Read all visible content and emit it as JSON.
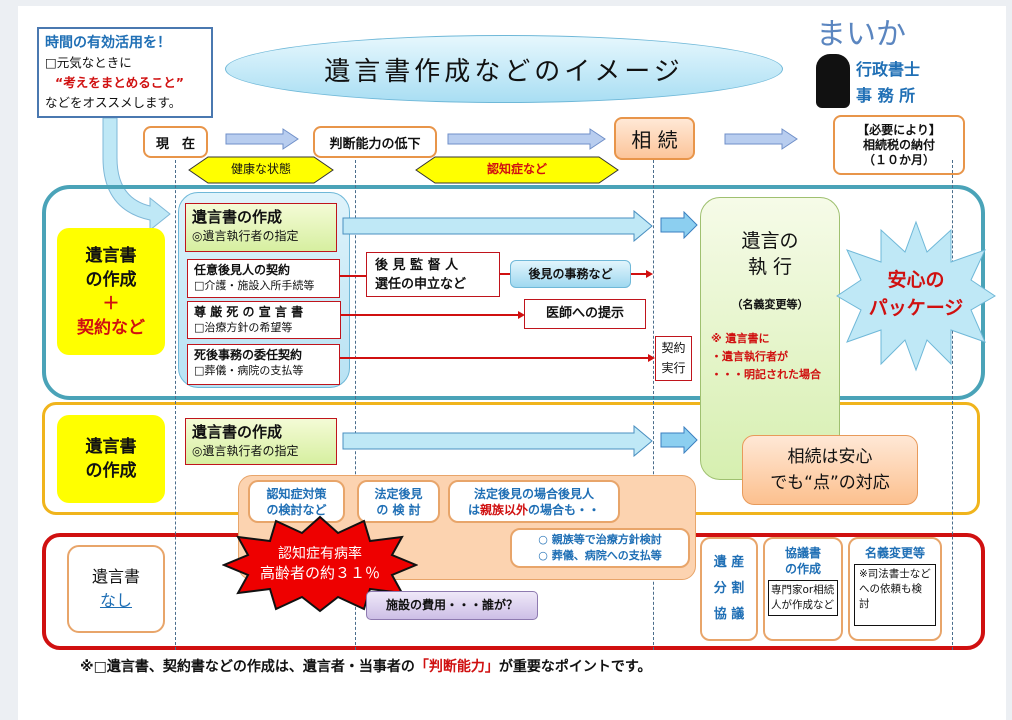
{
  "intro": {
    "title": "時間の有効活用を！",
    "line1": "□元気なときに",
    "line2": "“考えをまとめること”",
    "line3": "などをオススメします。"
  },
  "title": "遺言書作成などのイメージ",
  "logo": {
    "name": "まいか",
    "line1": "行政書士",
    "line2": "事 務 所"
  },
  "timeline": {
    "now": "現　在",
    "decline": "判断能力の低下",
    "inherit": "相 続",
    "tax1": "【必要により】",
    "tax2": "相続税の納付",
    "tax3": "（１０か月）",
    "healthy": "健康な状態",
    "dementia": "認知症など"
  },
  "row1": {
    "side1": "遺言書",
    "side2": "の作成",
    "side3": "＋",
    "side4": "契約など",
    "will_title": "遺言書の作成",
    "will_sub": "◎遺言執行者の指定",
    "guard_title": "任意後見人の契約",
    "guard_sub": "□介護・施設入所手続等",
    "dignity_title": "尊 厳 死 の 宣 言 書",
    "dignity_sub": "□治療方針の希望等",
    "post_title": "死後事務の委任契約",
    "post_sub": "□葬儀・病院の支払等",
    "supervisor1": "後 見 監 督 人",
    "supervisor2": "選任の申立など",
    "guard_work": "後見の事務など",
    "doctor": "医師への提示",
    "exec1": "契約",
    "exec2": "実行"
  },
  "execution": {
    "t1": "遺言の",
    "t2": "執 行",
    "t3": "（名義変更等）",
    "n1": "※ 遺言書に",
    "n2": "・遺言執行者が",
    "n3": "・・・明記された場合"
  },
  "package": {
    "l1": "安心の",
    "l2": "パッケージ"
  },
  "row2": {
    "side1": "遺言書",
    "side2": "の作成",
    "will_title": "遺言書の作成",
    "will_sub": "◎遺言執行者の指定",
    "relief1": "相続は安心",
    "relief2": "でも“点”の対応"
  },
  "issues": {
    "c1a": "認知症対策",
    "c1b": "の検討など",
    "c2a": "法定後見",
    "c2b": "の 検 討",
    "c3a": "法定後見の場合後見人",
    "c3b_pre": "は",
    "c3b_red": "親族以外",
    "c3b_post": "の場合も・・",
    "o1": "○ 親族等で治療方針検討",
    "o2": "○ 葬儀、病院への支払等"
  },
  "row3": {
    "side1": "遺言書",
    "side2": "なし",
    "burst1": "認知症有病率",
    "burst2": "高齢者の約３１％",
    "facility": "施設の費用・・・誰が？",
    "div1": "遺 産",
    "div2": "分 割",
    "div3": "協 議",
    "agr1": "協議書",
    "agr2": "の作成",
    "agr_note": "専門家or相続人が作成など",
    "name_title": "名義変更等",
    "name_note": "※司法書士などへの依頼も検討"
  },
  "footer": {
    "pre": "※□遺言書、契約書などの作成は、遺言者・当事者の",
    "red": "「判断能力」",
    "post": "が重要なポイントです。"
  }
}
